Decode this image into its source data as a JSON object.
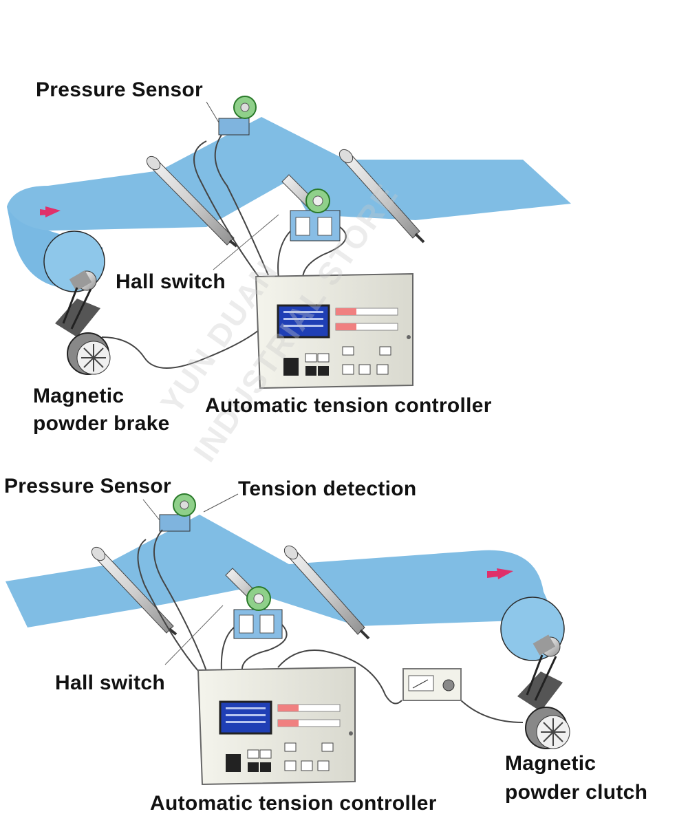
{
  "top_diagram": {
    "labels": {
      "pressure_sensor": "Pressure Sensor",
      "hall_switch": "Hall switch",
      "brake_line1": "Magnetic",
      "brake_line2": "powder brake",
      "controller": "Automatic tension controller"
    }
  },
  "bottom_diagram": {
    "labels": {
      "pressure_sensor": "Pressure Sensor",
      "tension_detection": "Tension detection",
      "hall_switch": "Hall switch",
      "clutch_line1": "Magnetic",
      "clutch_line2": "powder clutch",
      "controller": "Automatic tension controller"
    }
  },
  "watermark": {
    "line1": "YUN DUAN",
    "line2": "INDUSTRIAL STORE"
  },
  "colors": {
    "web": "#79b9e3",
    "arrow": "#e0306a",
    "housing": "#efefe6",
    "screen": "#1f3fb5"
  }
}
